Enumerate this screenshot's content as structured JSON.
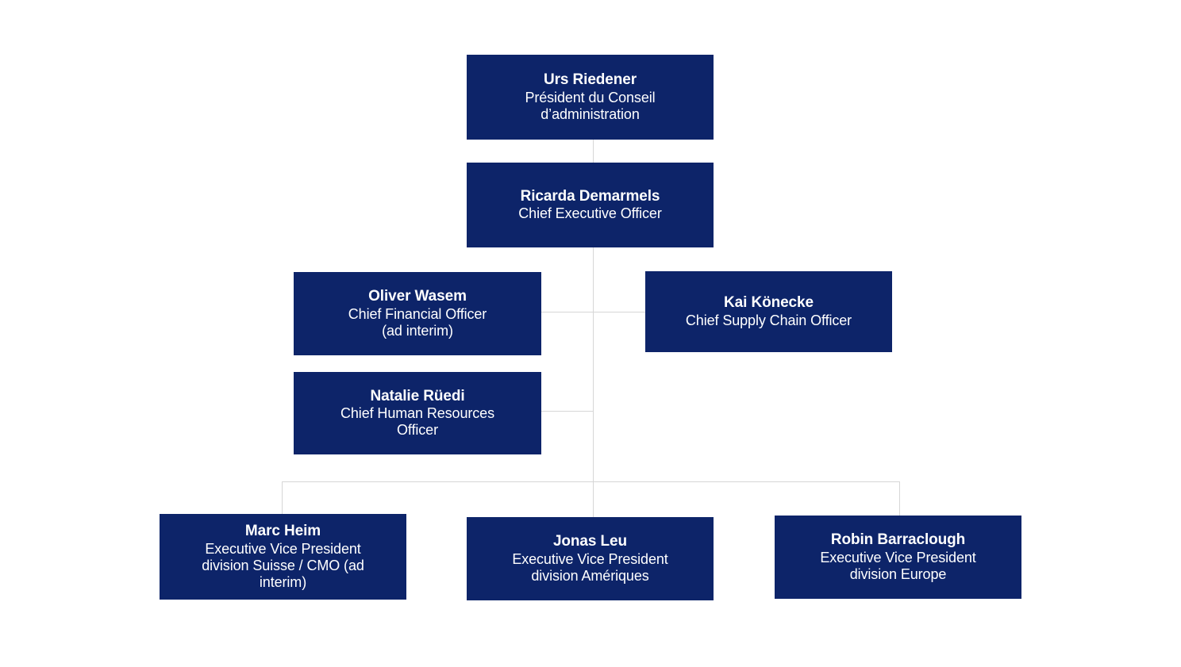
{
  "theme": {
    "box_fill": "#0d2469",
    "box_text": "#ffffff",
    "connector": "#d6d6d6",
    "background": "#ffffff"
  },
  "chart_data": {
    "type": "diagram",
    "diagram_kind": "organizational-chart",
    "title": "",
    "nodes": [
      {
        "id": "chairman",
        "name": "Urs  Riedener",
        "title": "Président du Conseil d’administration",
        "level": 0,
        "parent": null
      },
      {
        "id": "ceo",
        "name": "Ricarda Demarmels",
        "title": "Chief Executive  Officer",
        "level": 1,
        "parent": "chairman"
      },
      {
        "id": "cfo",
        "name": "Oliver Wasem",
        "title": "Chief Financial Officer (ad interim)",
        "level": 2,
        "parent": "ceo"
      },
      {
        "id": "csco",
        "name": "Kai Könecke",
        "title": "Chief Supply Chain Officer",
        "level": 2,
        "parent": "ceo"
      },
      {
        "id": "chro",
        "name": "Natalie Rüedi",
        "title": "Chief Human Resources Officer",
        "level": 2,
        "parent": "ceo"
      },
      {
        "id": "evp-suisse",
        "name": "Marc Heim",
        "title": "Executive Vice President division Suisse / CMO (ad interim)",
        "level": 3,
        "parent": "ceo"
      },
      {
        "id": "evp-ameriques",
        "name": "Jonas Leu",
        "title": "Executive Vice President division Amériques",
        "level": 3,
        "parent": "ceo"
      },
      {
        "id": "evp-europe",
        "name": "Robin Barraclough",
        "title": "Executive Vice President division Europe",
        "level": 3,
        "parent": "ceo"
      }
    ]
  },
  "boxes": {
    "chairman": {
      "name": "Urs  Riedener",
      "title_line1": "Président du Conseil",
      "title_line2": "d’administration"
    },
    "ceo": {
      "name": "Ricarda Demarmels",
      "title_line1": "Chief Executive  Officer"
    },
    "cfo": {
      "name": "Oliver Wasem",
      "title_line1": "Chief Financial Officer",
      "title_line2": "(ad interim)"
    },
    "csco": {
      "name": "Kai Könecke",
      "title_line1": "Chief Supply Chain Officer"
    },
    "chro": {
      "name": "Natalie Rüedi",
      "title_line1": "Chief Human Resources",
      "title_line2": "Officer"
    },
    "evp_suisse": {
      "name": "Marc Heim",
      "title_line1": "Executive Vice President",
      "title_line2": "division Suisse / CMO (ad",
      "title_line3": "interim)"
    },
    "evp_ameriques": {
      "name": "Jonas Leu",
      "title_line1": "Executive Vice President",
      "title_line2": "division Amériques"
    },
    "evp_europe": {
      "name": "Robin Barraclough",
      "title_line1": "Executive Vice President",
      "title_line2": "division Europe"
    }
  }
}
